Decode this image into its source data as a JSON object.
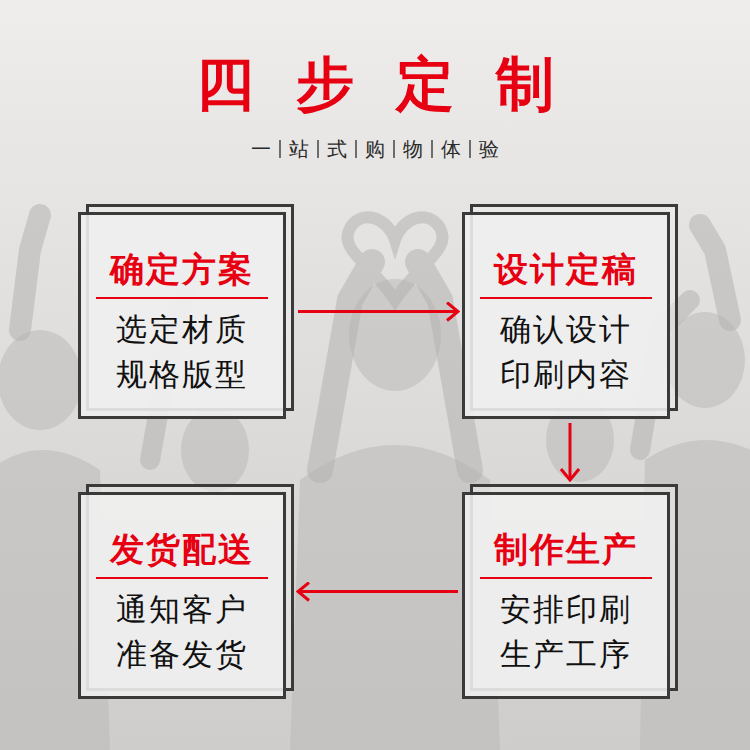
{
  "diagram": {
    "title": "四步定制",
    "nodes": [
      {
        "text": [
          "确定方案",
          "选定材质 规格版型"
        ]
      },
      {
        "text": [
          "设计定稿",
          "确认设计 印刷内容"
        ]
      },
      {
        "text": [
          "制作生产",
          "安排印刷 生产工序"
        ]
      },
      {
        "text": [
          "发货配送",
          "通知客户 准备发货"
        ]
      }
    ],
    "edges": [
      {
        "from": 0,
        "to": 1,
        "arrow": "to"
      },
      {
        "from": 1,
        "to": 2,
        "arrow": "to"
      },
      {
        "from": 2,
        "to": 3,
        "arrow": "to"
      }
    ],
    "labels": [
      "一站式购物体验"
    ]
  }
}
